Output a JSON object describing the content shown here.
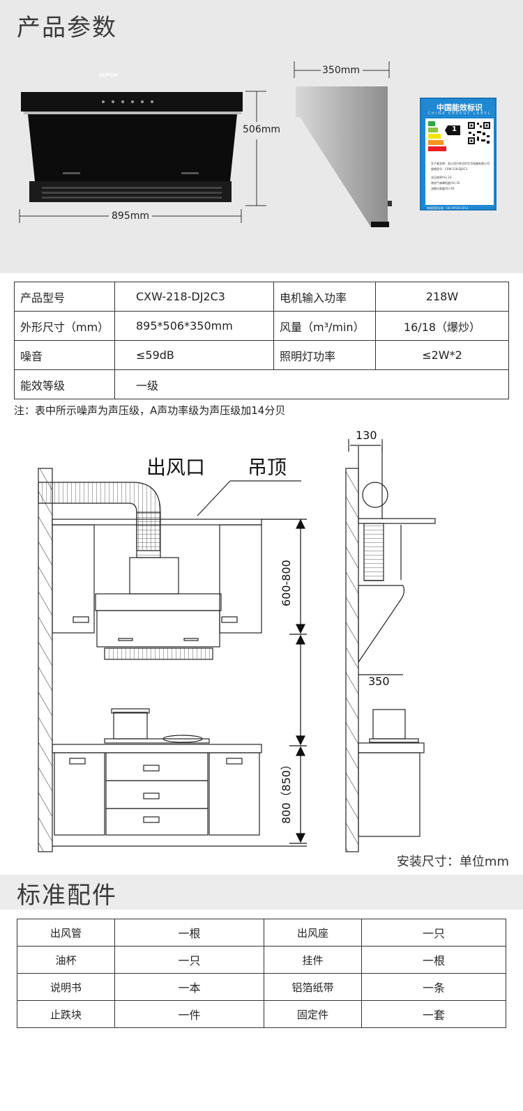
{
  "sections": {
    "params_title": "产品参数",
    "accessories_title": "标准配件"
  },
  "product_image": {
    "brand_logo": "SUPOR",
    "width_label": "895mm",
    "height_label": "506mm",
    "depth_label": "350mm"
  },
  "energy_label": {
    "title": "中国能效标识",
    "subtitle": "CHINA ENERGY LABEL",
    "grade": "1",
    "lines": [
      "生产者名称：浙江绍兴苏泊尔生活电器有限公司",
      "规格型号：CXW-218-DJ2C3",
      "全压效率(%)  23",
      "常态气味降低度(%)  35",
      "油脂分离度(%)  93",
      "依据国家标准：GB 29539-2013"
    ]
  },
  "specs": {
    "rows": [
      {
        "l1": "产品型号",
        "v1": "CXW-218-DJ2C3",
        "l2": "电机输入功率",
        "v2": "218W"
      },
      {
        "l1": "外形尺寸（mm）",
        "v1": "895*506*350mm",
        "l2": "风量（m³/min）",
        "v2": "16/18（爆炒）"
      },
      {
        "l1": "噪音",
        "v1": "≤59dB",
        "l2": "照明灯功率",
        "v2": "≤2W*2"
      },
      {
        "l1": "能效等级",
        "v1": "一级"
      }
    ],
    "note": "注：表中所示噪声为声压级，A声功率级为声压级加14分贝"
  },
  "diagram": {
    "label_outlet": "出风口",
    "label_ceiling": "吊顶",
    "dim_upper": "600-800",
    "dim_lower": "800（850）",
    "dim_side_top": "130",
    "dim_side_depth": "350",
    "install_note": "安装尺寸：单位mm"
  },
  "accessories": [
    {
      "n1": "出风管",
      "q1": "一根",
      "n2": "出风座",
      "q2": "一只"
    },
    {
      "n1": "油杯",
      "q1": "一只",
      "n2": "挂件",
      "q2": "一根"
    },
    {
      "n1": "说明书",
      "q1": "一本",
      "n2": "铝箔纸带",
      "q2": "一条"
    },
    {
      "n1": "止跌块",
      "q1": "一件",
      "n2": "固定件",
      "q2": "一套"
    }
  ]
}
